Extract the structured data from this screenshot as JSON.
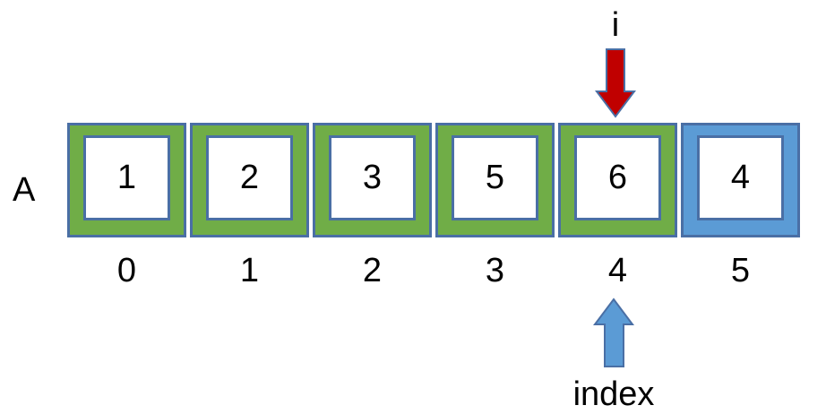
{
  "array": {
    "name": "A",
    "cells": [
      {
        "value": "1",
        "index": "0",
        "color": "#70ad47"
      },
      {
        "value": "2",
        "index": "1",
        "color": "#70ad47"
      },
      {
        "value": "3",
        "index": "2",
        "color": "#70ad47"
      },
      {
        "value": "5",
        "index": "3",
        "color": "#70ad47"
      },
      {
        "value": "6",
        "index": "4",
        "color": "#70ad47"
      },
      {
        "value": "4",
        "index": "5",
        "color": "#5b9bd5"
      }
    ]
  },
  "pointers": {
    "i": {
      "label": "i",
      "color": "#c00000",
      "target_index": 4
    },
    "index": {
      "label": "index",
      "color": "#5b9bd5",
      "target_index": 4
    }
  },
  "colors": {
    "outline": "#4a6fa5",
    "sorted_cell": "#70ad47",
    "current_cell": "#5b9bd5"
  }
}
